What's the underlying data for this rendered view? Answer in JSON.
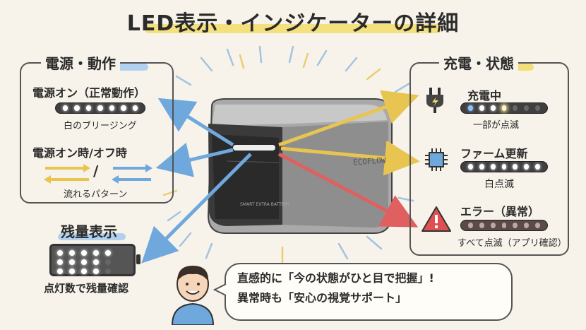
{
  "title": "LED表示・インジケーターの詳細",
  "left_panel": {
    "title": "電源・動作",
    "power_on": {
      "label": "電源オン（正常動作）",
      "caption": "白のブリージング"
    },
    "power_on_off": {
      "label": "電源オン時/オフ時",
      "slash": "/",
      "caption": "流れるパターン"
    }
  },
  "battery": {
    "label": "残量表示",
    "caption": "点灯数で残量確認"
  },
  "right_panel": {
    "title": "充電・状態",
    "charging": {
      "label": "充電中",
      "caption": "一部が点滅"
    },
    "firmware": {
      "label": "ファーム更新",
      "caption": "白点滅"
    },
    "error": {
      "label": "エラー（異常）",
      "caption": "すべて点滅（アプリ確認）"
    }
  },
  "device": {
    "brand": "ECOFLOW",
    "small_text": "SMART EXTRA BATTERY"
  },
  "speech": {
    "line1": "直感的に「今の状態がひと目で把握」!",
    "line2": "異常時も「安心の視覚サポート」"
  },
  "icons": [
    "plug-icon",
    "chip-icon",
    "warning-icon",
    "person-icon"
  ],
  "colors": {
    "accent_yellow": "#f3dc6a",
    "accent_blue": "#a9cdef",
    "arrow_blue": "#6fa8dc",
    "arrow_yellow": "#e8c550",
    "arrow_red": "#e06060"
  }
}
